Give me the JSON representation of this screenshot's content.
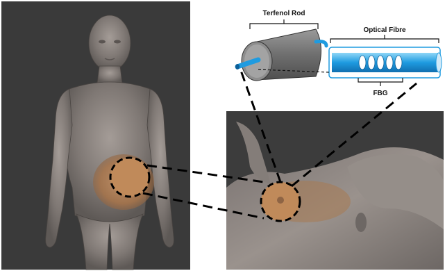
{
  "labels": {
    "terfenol_rod": "Terfenol Rod",
    "optical_fibre": "Optical Fibre",
    "fbg": "FBG"
  },
  "colors": {
    "background": "#ffffff",
    "panel_bg": "#3a3a3a",
    "body_grey": "#8a8480",
    "tissue_orange": "#b98456",
    "rod_grey": "#7d7d7d",
    "fibre_blue": "#1e9be0",
    "fibre_core": "#58c2f0",
    "dash": "#000000"
  },
  "panels": [
    {
      "name": "full-body-phantom",
      "content": "standing human body model with highlighted abdominal region"
    },
    {
      "name": "torso-close-up",
      "content": "reclined torso view with implanted sensor region"
    }
  ]
}
